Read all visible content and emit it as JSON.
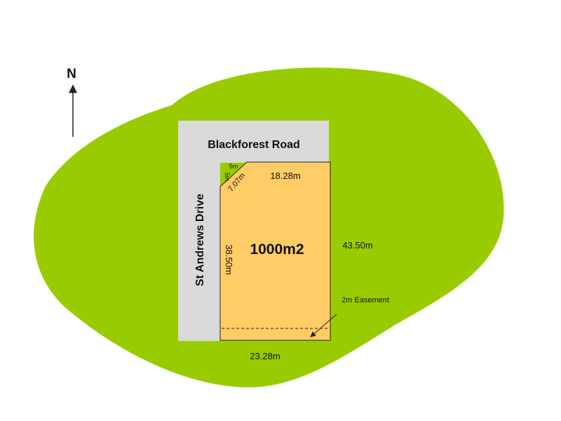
{
  "north_label": "N",
  "roads": {
    "north": "Blackforest Road",
    "west": "St Andrews Drive"
  },
  "lot": {
    "area": "1000m2",
    "frontage_north": "18.28m",
    "side_west": "38.50m",
    "side_east": "43.50m",
    "rear_south": "23.28m",
    "corner_truncation_a": "5m",
    "corner_truncation_b": "5m",
    "corner_diagonal": "7.07m"
  },
  "easement_label": "2m Easement",
  "colors": {
    "background_blob": "#99cc00",
    "roads": "#d9d9d9",
    "lot_fill": "#ffcc66",
    "outline": "#222222"
  }
}
